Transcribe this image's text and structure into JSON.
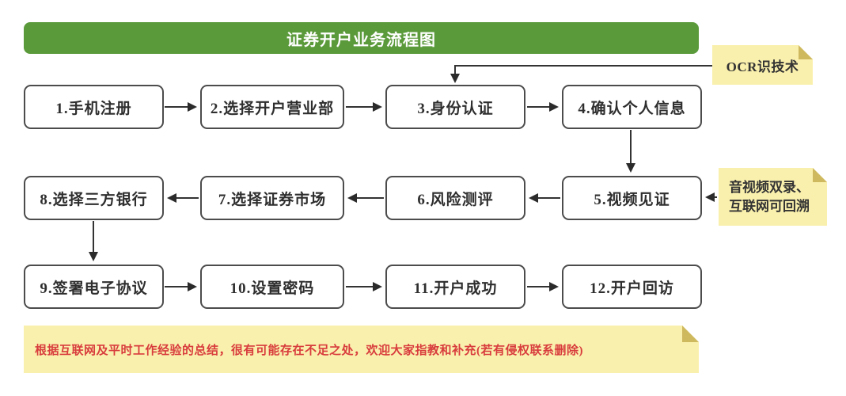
{
  "title_bar": {
    "label": "证券开户业务流程图"
  },
  "flow_boxes": [
    {
      "label": "1.手机注册"
    },
    {
      "label": "2.选择开户营业部"
    },
    {
      "label": "3.身份认证"
    },
    {
      "label": "4.确认个人信息"
    },
    {
      "label": "5.视频见证"
    },
    {
      "label": "6.风险测评"
    },
    {
      "label": "7.选择证券市场"
    },
    {
      "label": "8.选择三方银行"
    },
    {
      "label": "9.签署电子协议"
    },
    {
      "label": "10.设置密码"
    },
    {
      "label": "11.开户成功"
    },
    {
      "label": "12.开户回访"
    }
  ],
  "annotations": {
    "ocr_note": {
      "text": "OCR识技术"
    },
    "video_note": {
      "line1": "音视频双录、",
      "line2": "互联网可回溯"
    },
    "footer_note": {
      "text": "根据互联网及平时工作经验的总结，很有可能存在不足之处，欢迎大家指教和补充(若有侵权联系删除)"
    }
  },
  "colors": {
    "banner_green": "#5b9a3b",
    "note_yellow": "#faf0ad",
    "fold_dark_yellow": "#cfb95f",
    "box_border_gray": "#4c4c4c",
    "arrow_dark": "#333333",
    "footer_text_red": "#d83d3d"
  }
}
